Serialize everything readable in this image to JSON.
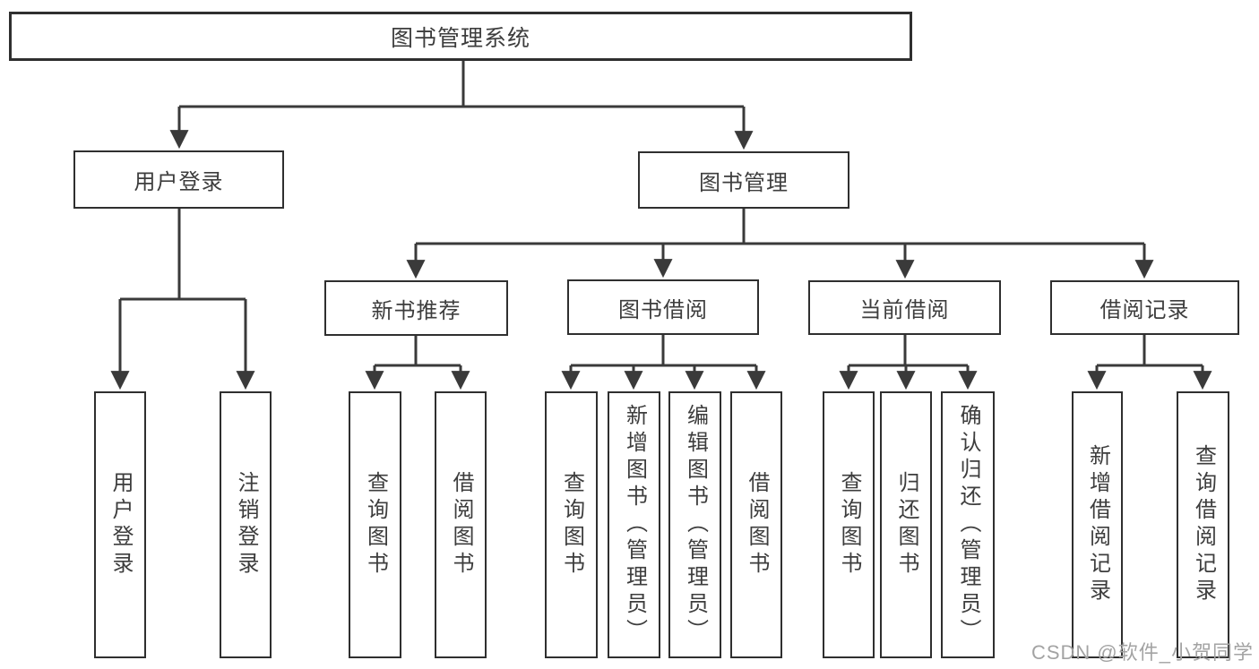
{
  "nodes": {
    "root": "图书管理系统",
    "user_login": "用户登录",
    "book_mgmt": "图书管理",
    "new_book_rec": "新书推荐",
    "book_borrow": "图书借阅",
    "current_borrow": "当前借阅",
    "borrow_records": "借阅记录",
    "ul_user_login": "用户登录",
    "ul_logout": "注销登录",
    "nb_query_book": "查询图书",
    "nb_borrow_book": "借阅图书",
    "bb_query_book": "查询图书",
    "bb_add_book": "新增图书（管理员）",
    "bb_edit_book": "编辑图书（管理员）",
    "bb_borrow_book": "借阅图书",
    "cb_query_book": "查询图书",
    "cb_return_book": "归还图书",
    "cb_confirm_return": "确认归还（管理员）",
    "br_add_record": "新增借阅记录",
    "br_query_record": "查询借阅记录"
  },
  "edges": [
    [
      "root",
      "user_login"
    ],
    [
      "root",
      "book_mgmt"
    ],
    [
      "user_login",
      "ul_user_login"
    ],
    [
      "user_login",
      "ul_logout"
    ],
    [
      "book_mgmt",
      "new_book_rec"
    ],
    [
      "book_mgmt",
      "book_borrow"
    ],
    [
      "book_mgmt",
      "current_borrow"
    ],
    [
      "book_mgmt",
      "borrow_records"
    ],
    [
      "new_book_rec",
      "nb_query_book"
    ],
    [
      "new_book_rec",
      "nb_borrow_book"
    ],
    [
      "book_borrow",
      "bb_query_book"
    ],
    [
      "book_borrow",
      "bb_add_book"
    ],
    [
      "book_borrow",
      "bb_edit_book"
    ],
    [
      "book_borrow",
      "bb_borrow_book"
    ],
    [
      "current_borrow",
      "cb_query_book"
    ],
    [
      "current_borrow",
      "cb_return_book"
    ],
    [
      "current_borrow",
      "cb_confirm_return"
    ],
    [
      "borrow_records",
      "br_add_record"
    ],
    [
      "borrow_records",
      "br_query_record"
    ]
  ],
  "watermark": "CSDN @软件_小贺同学",
  "colors": {
    "line": "#3a3a3a",
    "box_border": "#2f2f2f",
    "text": "#3d3d3d",
    "watermark": "#a3a3a3",
    "background": "#ffffff"
  }
}
